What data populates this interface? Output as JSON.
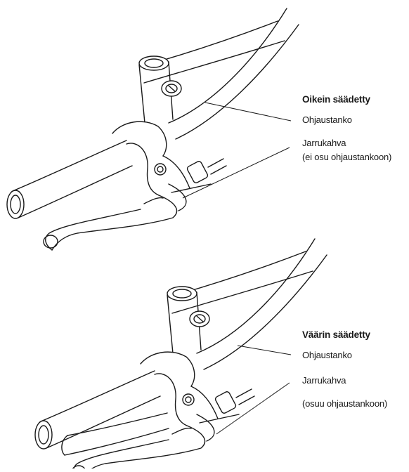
{
  "diagram": {
    "panels": [
      {
        "id": "correct",
        "heading": "Oikein säädetty",
        "handlebar_label": "Ohjaustanko",
        "lever_label": "Jarrukahva",
        "lever_note": "(ei osu ohjaustankoon)"
      },
      {
        "id": "incorrect",
        "heading": "Väärin säädetty",
        "handlebar_label": "Ohjaustanko",
        "lever_label": "Jarrukahva",
        "lever_note": "(osuu ohjaustankoon)"
      }
    ]
  }
}
